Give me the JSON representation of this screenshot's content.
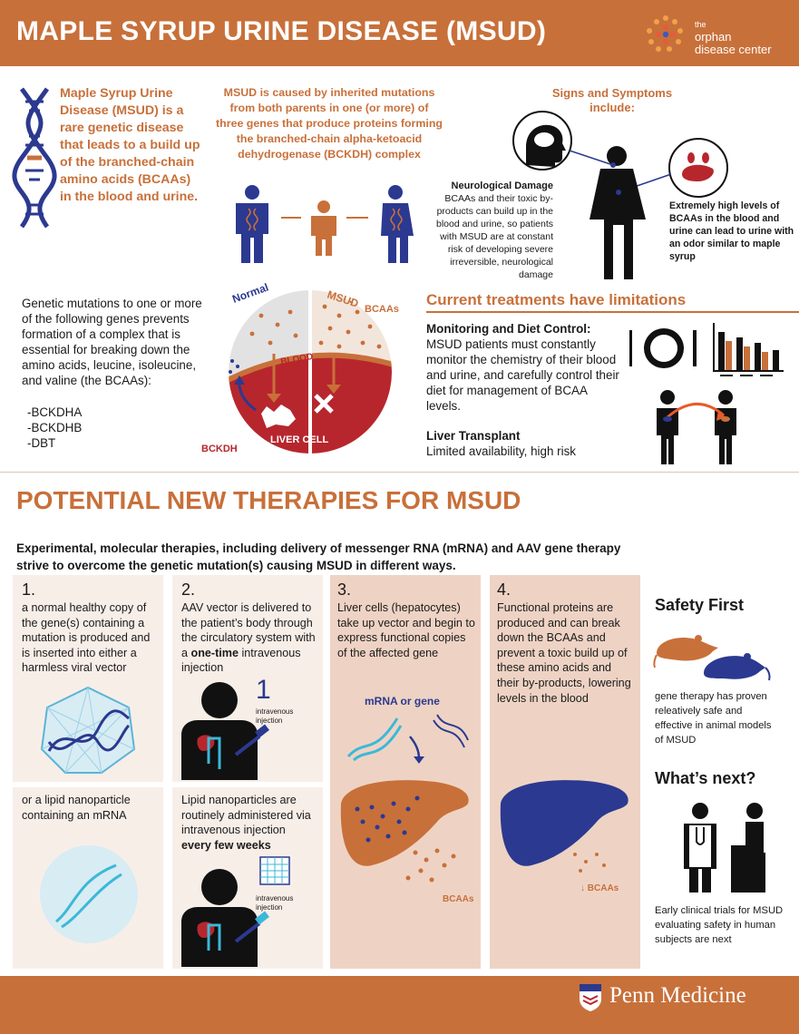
{
  "header": {
    "title": "MAPLE SYRUP URINE DISEASE (MSUD)",
    "org_small": "the",
    "org_line1": "orphan",
    "org_line2": "disease center"
  },
  "intro": "Maple Syrup Urine Disease (MSUD) is a rare genetic disease that leads to a build up of the branched-chain amino acids (BCAAs) in the blood and urine.",
  "cause": "MSUD is caused by inherited mutations from both parents in one (or more) of three genes that produce proteins forming the branched-chain alpha-ketoacid dehydrogenase (BCKDH) complex",
  "signs": {
    "title": "Signs and Symptoms include:",
    "neuro_title": "Neurological Damage",
    "neuro_text": "BCAAs and their toxic by-products can build up in the blood and urine, so patients with MSUD are at constant risk of developing severe irreversible, neurological damage",
    "urine_text": "Extremely high levels of BCAAs in the blood and urine can lead to urine with an odor similar to maple syrup"
  },
  "genetics": {
    "text": "Genetic mutations to one or more of the following genes prevents formation of a complex that is essential for breaking down the amino acids, leucine, isoleucine, and valine (the BCAAs):",
    "genes": [
      "-BCKDHA",
      "-BCKDHB",
      "-DBT"
    ]
  },
  "diagram": {
    "normal": "Normal",
    "msud": "MSUD",
    "bcaas": "BCAAs",
    "blood": "BLOOD",
    "liver_cell": "LIVER CELL",
    "bckdh": "BCKDH"
  },
  "treatments": {
    "title": "Current treatments have limitations",
    "monitor_title": "Monitoring and Diet Control:",
    "monitor_text": "MSUD patients must constantly monitor the chemistry of their blood and urine, and carefully control their diet for management of BCAA levels.",
    "liver_title": "Liver Transplant",
    "liver_text": "Limited availability, high risk"
  },
  "section2": {
    "title": "POTENTIAL NEW THERAPIES FOR MSUD",
    "experimental_line1": "Experimental, molecular therapies, including delivery of messenger RNA (mRNA) and AAV gene therapy",
    "experimental_line2": "strive to overcome the genetic mutation(s) causing MSUD in different ways."
  },
  "steps": {
    "s1_num": "1.",
    "s1_text": "a normal healthy copy of the gene(s) containing a mutation is produced and is inserted into either a harmless viral vector",
    "s1b_text": "or a lipid nanoparticle containing an mRNA",
    "s2_num": "2.",
    "s2_text_a": "AAV vector is delivered to the patient’s body through the circulatory system with a ",
    "s2_text_bold": "one-time",
    "s2_text_b": " intravenous injection",
    "s2_count": "1",
    "s2_inj": "intravenous injection",
    "s2b_text": "Lipid nanoparticles are routinely administered via intravenous injection ",
    "s2b_bold": "every few weeks",
    "s2b_inj": "intravenous injection",
    "s3_num": "3.",
    "s3_text": "Liver cells (hepatocytes) take up vector and begin to express functional copies of the affected gene",
    "s3_label": "mRNA or gene",
    "s3_bcaas": "BCAAs",
    "s4_num": "4.",
    "s4_text": "Functional proteins are produced and can break down the BCAAs and prevent a toxic build up of these amino acids and their by-products, lowering levels in the blood",
    "s4_bcaas": "BCAAs"
  },
  "safety": {
    "title": "Safety First",
    "text": "gene therapy has proven releatively safe and effective in animal models of MSUD",
    "next_title": "What’s next?",
    "next_text": "Early clinical trials for MSUD evaluating safety in human subjects are next"
  },
  "footer": {
    "brand": "Penn Medicine"
  },
  "colors": {
    "accent": "#c8703a",
    "navy": "#2b3990",
    "red": "#b7262d",
    "panel_light": "#f8eee8",
    "panel_mid": "#eed3c4"
  }
}
